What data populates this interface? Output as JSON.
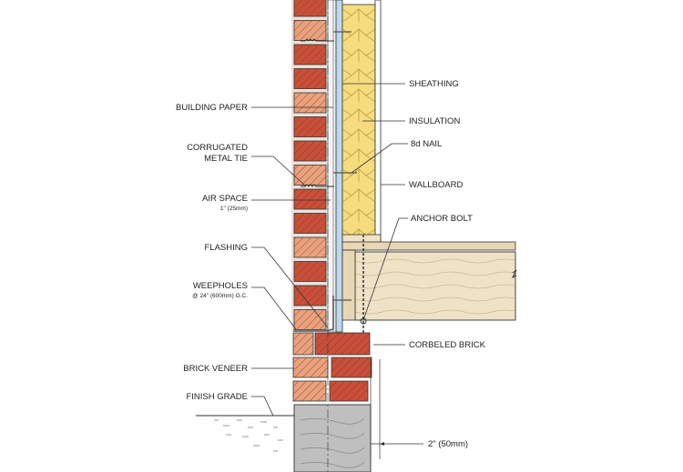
{
  "labels": {
    "sheathing": "SHEATHING",
    "insulation": "INSULATION",
    "nail": "8d NAIL",
    "wallboard": "WALLBOARD",
    "anchor_bolt": "ANCHOR BOLT",
    "corbeled_brick": "CORBELED BRICK",
    "dimension_2in": "2\" (50mm)",
    "building_paper": "BUILDING PAPER",
    "corrugated_line1": "CORRUGATED",
    "corrugated_line2": "METAL TIE",
    "air_space": "AIR SPACE",
    "air_space_sub": "1\" (25mm)",
    "flashing": "FLASHING",
    "weepholes": "WEEPHOLES",
    "weepholes_sub": "@ 24\" (600mm) O.C.",
    "brick_veneer": "BRICK VENEER",
    "finish_grade": "FINISH GRADE"
  },
  "colors": {
    "brick": "#c8503a",
    "brick_light": "#e9a27e",
    "mortar": "#e9e2dc",
    "insulation": "#f6dc7e",
    "sheathing": "#bcd9ee",
    "joist": "#efe2c6",
    "foundation": "#bfbfbf"
  }
}
